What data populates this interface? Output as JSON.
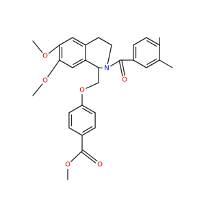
{
  "colors": {
    "background": "#ffffff",
    "bond": "#222222",
    "oxygen": "#e00000",
    "nitrogen": "#0000ee"
  },
  "labels": {
    "o_methoxy_top": "O",
    "o_methoxy_bottom": "O",
    "n_ring": "N",
    "o_carbonyl_amide": "O",
    "o_ether": "O",
    "o_ester_carbonyl": "O",
    "o_ester": "O"
  }
}
